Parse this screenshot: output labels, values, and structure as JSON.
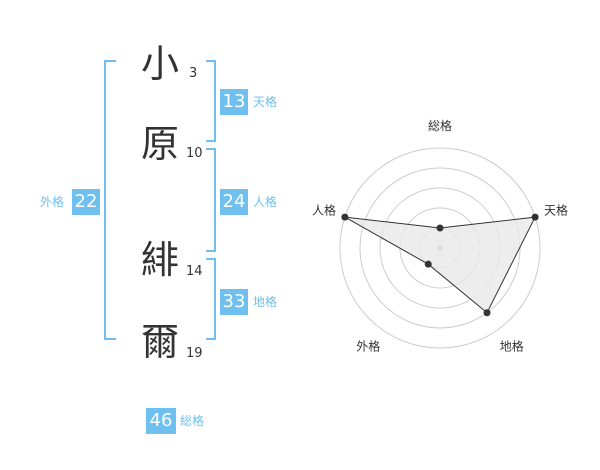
{
  "name": {
    "chars": [
      {
        "char": "小",
        "strokes": "3"
      },
      {
        "char": "原",
        "strokes": "10"
      },
      {
        "char": "緋",
        "strokes": "14"
      },
      {
        "char": "爾",
        "strokes": "19"
      }
    ]
  },
  "kaku": {
    "ten": {
      "value": "13",
      "label": "天格"
    },
    "jin": {
      "value": "24",
      "label": "人格"
    },
    "chi": {
      "value": "33",
      "label": "地格"
    },
    "gai": {
      "value": "22",
      "label": "外格"
    },
    "sou": {
      "value": "46",
      "label": "総格"
    }
  },
  "chart_data": {
    "type": "radar",
    "axes": [
      "総格",
      "天格",
      "地格",
      "外格",
      "人格"
    ],
    "values": [
      1,
      5,
      4,
      1,
      5
    ],
    "rlim": [
      0,
      5
    ],
    "rings": 5,
    "colors": {
      "fill": "#e8e8e8",
      "stroke": "#333333",
      "grid": "#cccccc"
    }
  }
}
